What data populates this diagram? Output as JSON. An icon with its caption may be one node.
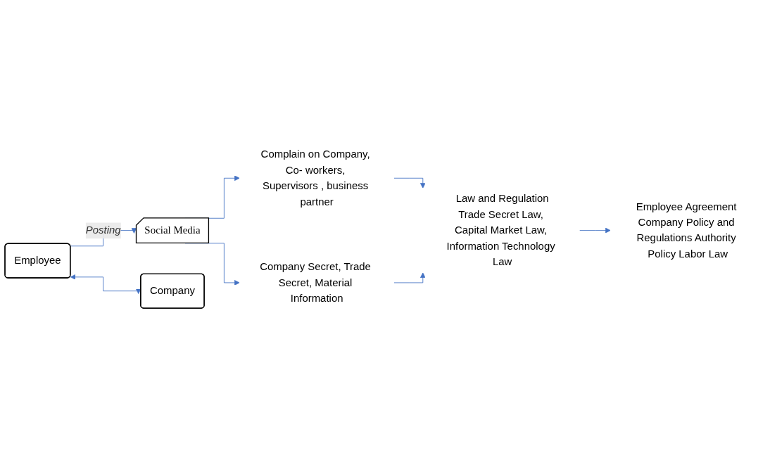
{
  "diagram": {
    "nodes": [
      {
        "text": [
          "Employee"
        ]
      },
      {
        "text": [
          "Social Media"
        ]
      },
      {
        "text": [
          "Complain on Company, Co- workers, Supervisors , business partner"
        ]
      },
      {
        "text": [
          "Company Secret, Trade Secret, Material Information"
        ]
      },
      {
        "text": [
          "Law and Regulation",
          "Trade Secret Law, Capital Market Law, Information Technology Law"
        ]
      },
      {
        "text": [
          "Company"
        ]
      },
      {
        "text": [
          "Employee Agreement Company Policy and Regulations Authority Policy Labor Law"
        ]
      }
    ],
    "edges": [
      {
        "from": 0,
        "to": 1,
        "arrow": "to",
        "label": "Posting"
      },
      {
        "from": 1,
        "to": 2,
        "arrow": "to"
      },
      {
        "from": 1,
        "to": 3,
        "arrow": "to"
      },
      {
        "from": 2,
        "to": 4,
        "arrow": "to"
      },
      {
        "from": 3,
        "to": 4,
        "arrow": "to"
      },
      {
        "from": 4,
        "to": 6,
        "arrow": "to"
      },
      {
        "from": 0,
        "to": 5,
        "arrow": "both"
      }
    ]
  }
}
